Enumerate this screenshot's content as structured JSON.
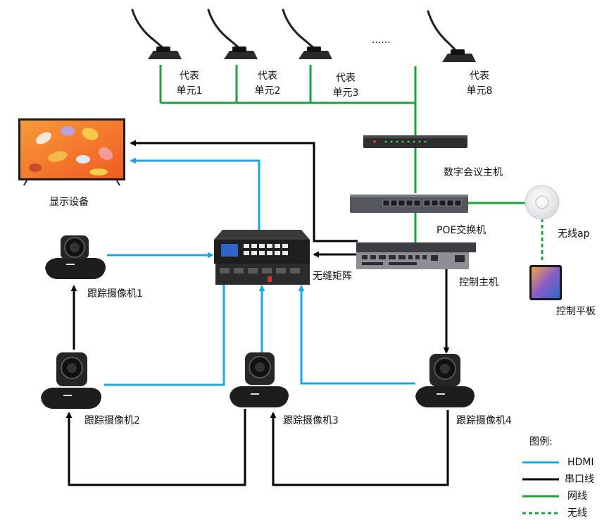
{
  "conference_units": [
    {
      "line1": "代表",
      "line2": "单元1"
    },
    {
      "line1": "代表",
      "line2": "单元2"
    },
    {
      "line1": "代表",
      "line2": "单元3"
    },
    {
      "line1": "代表",
      "line2": "单元8"
    }
  ],
  "ellipsis": "......",
  "labels": {
    "display": "显示设备",
    "conference_host": "数字会议主机",
    "poe_switch": "POE交换机",
    "wireless_ap": "无线ap",
    "matrix": "无缝矩阵",
    "control_host": "控制主机",
    "control_tablet": "控制平板",
    "camera1": "跟踪摄像机1",
    "camera2": "跟踪摄像机2",
    "camera3": "跟踪摄像机3",
    "camera4": "跟踪摄像机4"
  },
  "legend": {
    "title": "图例:",
    "items": [
      {
        "label": "HDMI",
        "color": "#1ea6e0",
        "style": "solid"
      },
      {
        "label": "串口线",
        "color": "#000000",
        "style": "solid"
      },
      {
        "label": "网线",
        "color": "#1aa23c",
        "style": "solid"
      },
      {
        "label": "无线",
        "color": "#1aa23c",
        "style": "dashed"
      }
    ]
  },
  "colors": {
    "hdmi": "#1ea6e0",
    "serial": "#000000",
    "network": "#1aa23c"
  }
}
